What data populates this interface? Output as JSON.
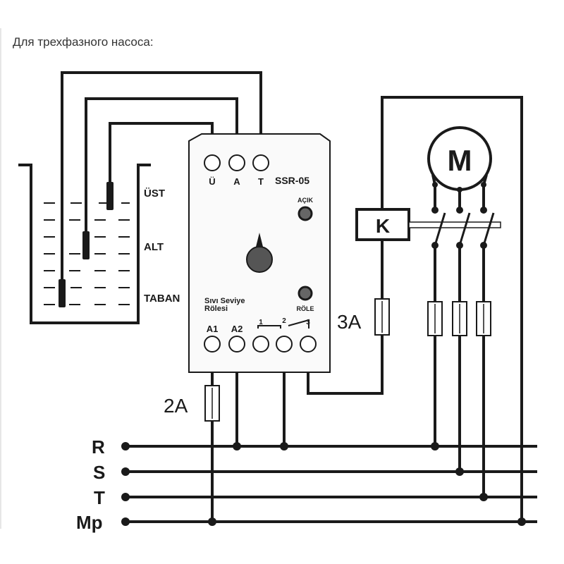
{
  "caption": "Для трехфазного насоса:",
  "tank": {
    "levels": [
      "ÜST",
      "ALT",
      "TABAN"
    ]
  },
  "relay": {
    "top_terminals": [
      "Ü",
      "A",
      "T"
    ],
    "model": "SSR-05",
    "led_open": "AÇIK",
    "led_relay": "RÖLE",
    "name_line1": "Sıvı Seviye",
    "name_line2": "Rölesi",
    "bottom_a1": "A1",
    "bottom_a2": "A2",
    "contact_1": "1",
    "contact_2": "2",
    "contact_3": "3"
  },
  "contactor": {
    "label": "K"
  },
  "motor": {
    "label": "M"
  },
  "fuses": {
    "control": "2A",
    "relay": "3A"
  },
  "lines": [
    "R",
    "S",
    "T",
    "Mp"
  ],
  "colors": {
    "ink": "#1a1a1a",
    "relay_body": "#fafafa",
    "knob": "#555555"
  }
}
